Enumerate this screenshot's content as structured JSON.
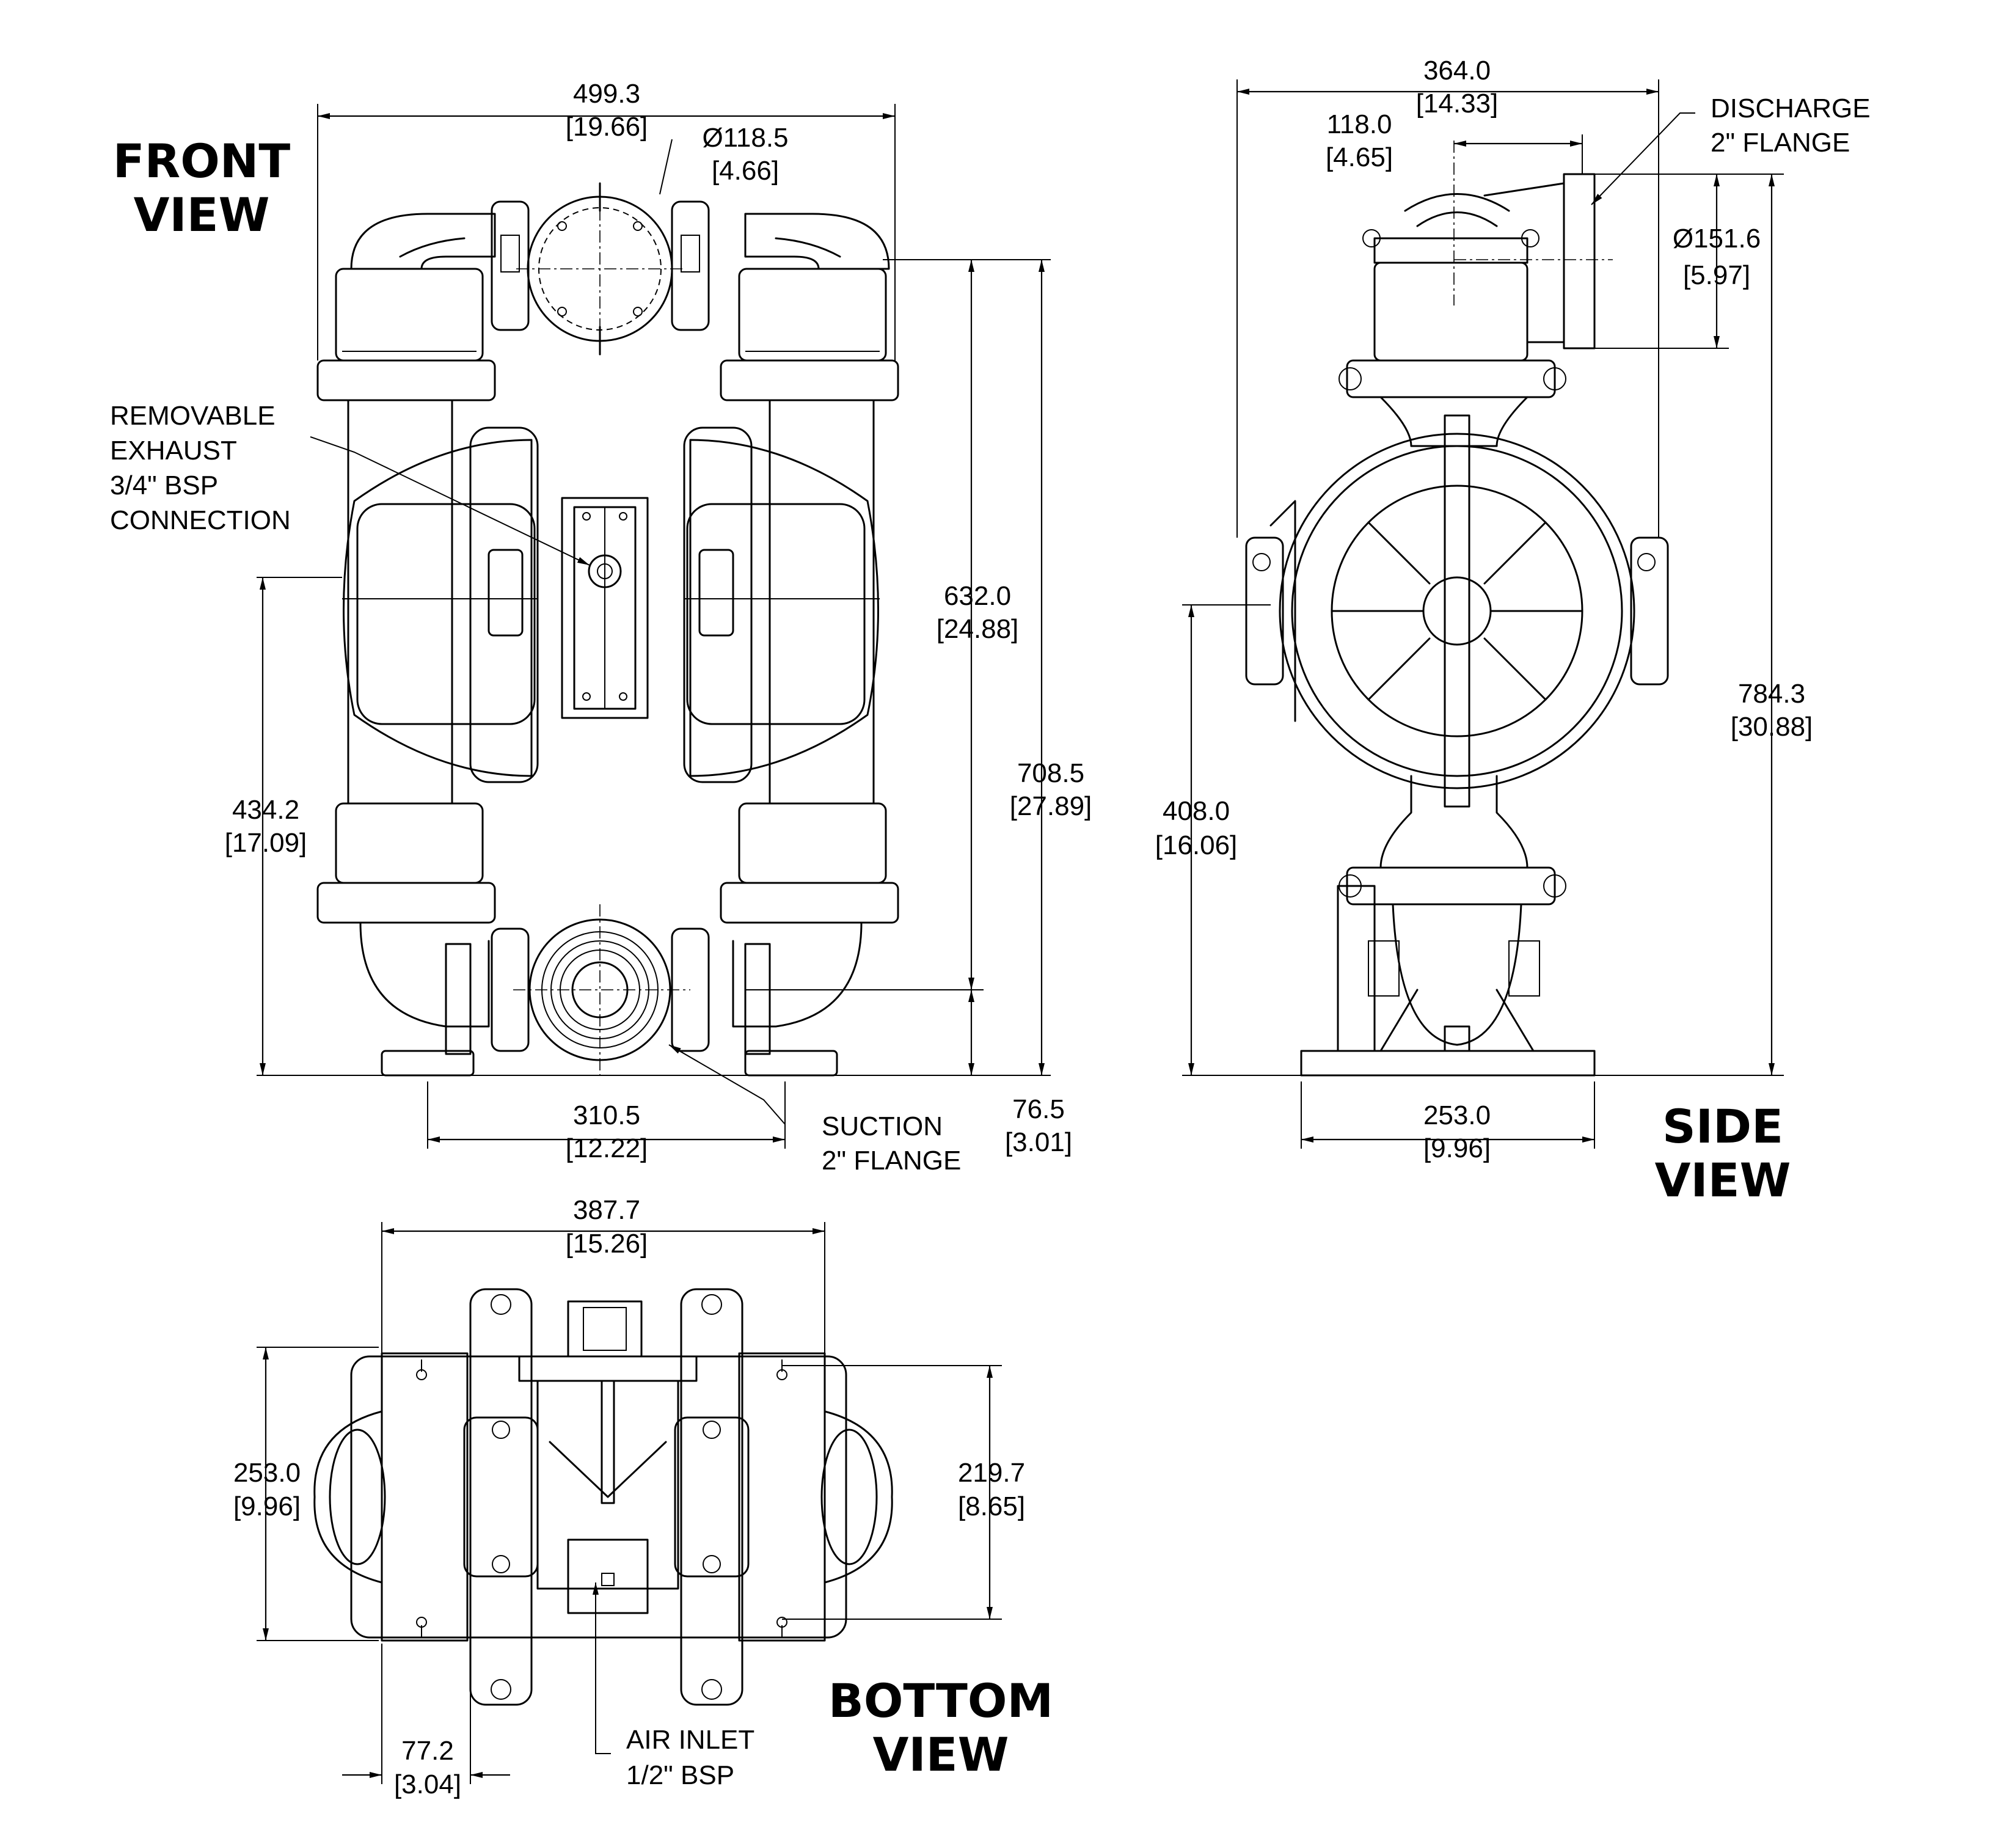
{
  "views": {
    "front_title_1": "FRONT",
    "front_title_2": "VIEW",
    "side_title_1": "SIDE",
    "side_title_2": "VIEW",
    "bottom_title_1": "BOTTOM",
    "bottom_title_2": "VIEW"
  },
  "front": {
    "overall_width_mm": "499.3",
    "overall_width_in": "[19.66]",
    "port_dia_mm": "Ø118.5",
    "port_dia_in": "[4.66]",
    "exhaust_note": [
      "REMOVABLE",
      "EXHAUST",
      "3/4\" BSP",
      "CONNECTION"
    ],
    "height_632_mm": "632.0",
    "height_632_in": "[24.88]",
    "height_708_mm": "708.5",
    "height_708_in": "[27.89]",
    "height_434_mm": "434.2",
    "height_434_in": "[17.09]",
    "foot_span_mm": "310.5",
    "foot_span_in": "[12.22]",
    "suction_note": [
      "SUCTION",
      "2\" FLANGE"
    ],
    "suction_height_mm": "76.5",
    "suction_height_in": "[3.01]"
  },
  "side": {
    "overall_width_mm": "364.0",
    "overall_width_in": "[14.33]",
    "discharge_offset_mm": "118.0",
    "discharge_offset_in": "[4.65]",
    "discharge_note": [
      "DISCHARGE",
      "2\" FLANGE"
    ],
    "flange_dia_mm": "Ø151.6",
    "flange_dia_in": "[5.97]",
    "total_height_mm": "784.3",
    "total_height_in": "[30.88]",
    "air_height_mm": "408.0",
    "air_height_in": "[16.06]",
    "base_width_mm": "253.0",
    "base_width_in": "[9.96]"
  },
  "bottom": {
    "overall_width_mm": "387.7",
    "overall_width_in": "[15.26]",
    "depth_mm": "253.0",
    "depth_in": "[9.96]",
    "mount_depth_mm": "219.7",
    "mount_depth_in": "[8.65]",
    "edge_offset_mm": "77.2",
    "edge_offset_in": "[3.04]",
    "air_inlet_note": [
      "AIR INLET",
      "1/2\" BSP"
    ]
  }
}
